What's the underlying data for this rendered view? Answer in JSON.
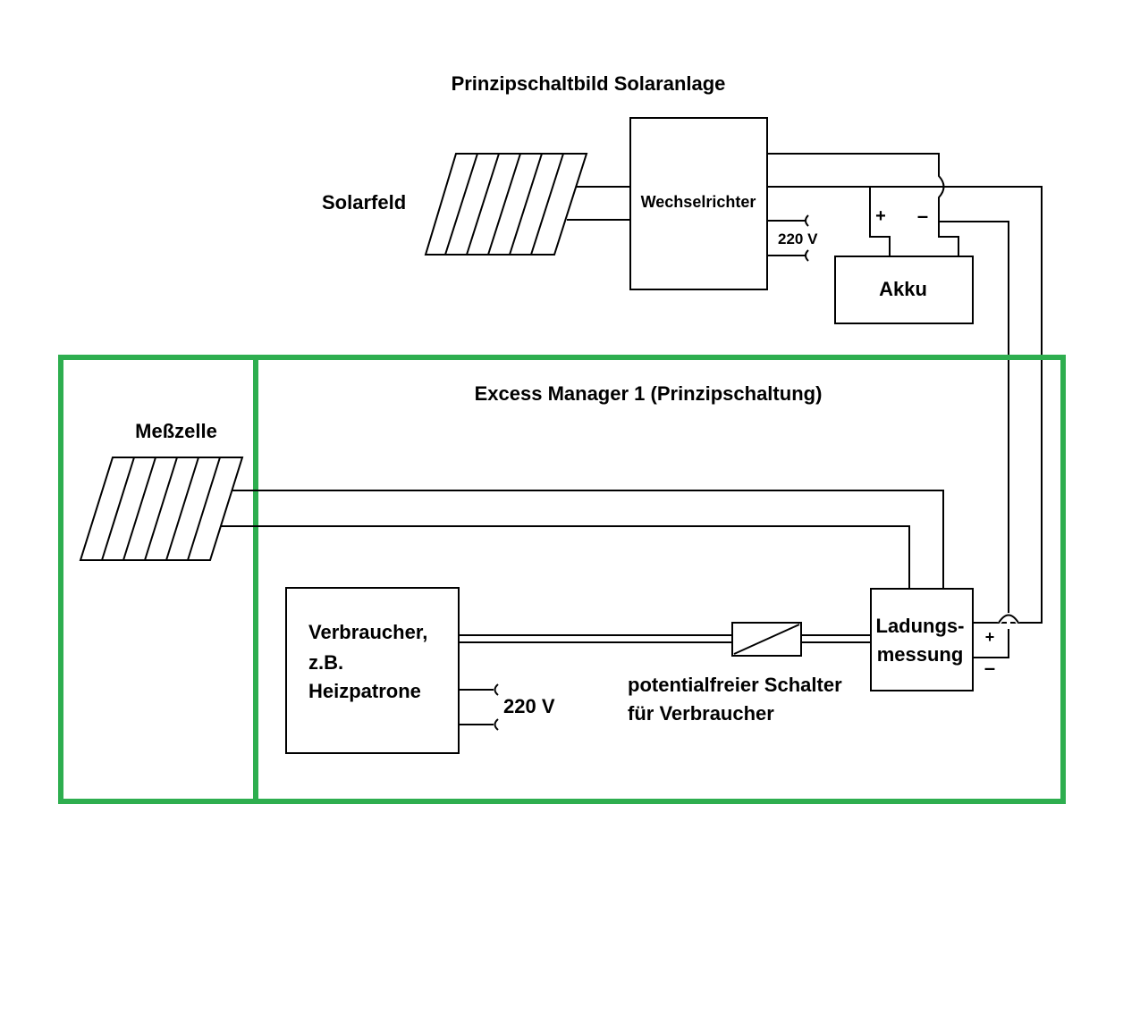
{
  "title": "Prinzipschaltbild Solaranlage",
  "solar_field_label": "Solarfeld",
  "inverter_label": "Wechselrichter",
  "inverter_output_label": "220 V",
  "battery_label": "Akku",
  "battery_plus": "+",
  "battery_minus": "–",
  "excess_manager_title": "Excess Manager 1 (Prinzipschaltung)",
  "measuring_cell_label": "Meßzelle",
  "consumer_label_lines": [
    "Verbraucher,",
    "z.B.",
    "Heizpatrone"
  ],
  "consumer_voltage_label": "220 V",
  "switch_label_lines": [
    "potentialfreier Schalter",
    "für Verbraucher"
  ],
  "charge_measure_label_lines": [
    "Ladungs-",
    "messung"
  ],
  "charge_plus": "+",
  "charge_minus": "–",
  "colors": {
    "excess_manager_border": "#2eae4f",
    "lines": "#000000"
  }
}
